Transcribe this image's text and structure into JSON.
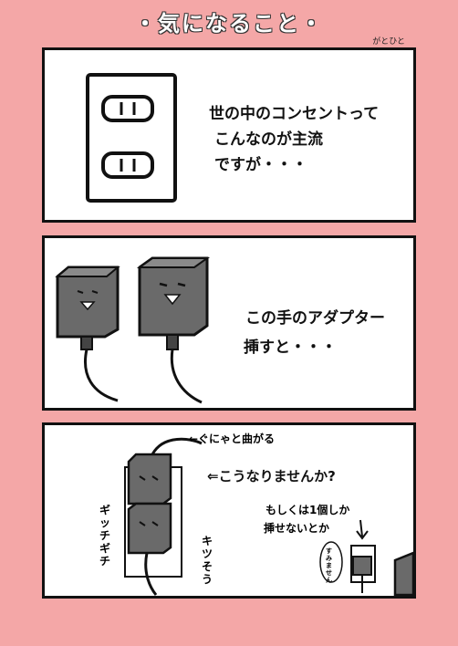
{
  "header": {
    "title": "・気になること・",
    "author": "がとひと"
  },
  "panel1": {
    "text_line1": "世の中のコンセントって",
    "text_line2": "こんなのが主流",
    "text_line3": "ですが・・・",
    "outlet_slot_top": "| |",
    "outlet_slot_bottom": "| |"
  },
  "panel2": {
    "text_line1": "この手のアダプター",
    "text_line2": "挿すと・・・"
  },
  "panel3": {
    "cable_note": "←ぐにゃと曲がる",
    "main_text": "⇐こうなりませんか?",
    "alt_line1": "もしくは1個しか",
    "alt_line2": "挿せないとか",
    "squeeze_label": "ギッチギチ",
    "tight_label": "キツそう",
    "sorry_label": "すみません"
  }
}
